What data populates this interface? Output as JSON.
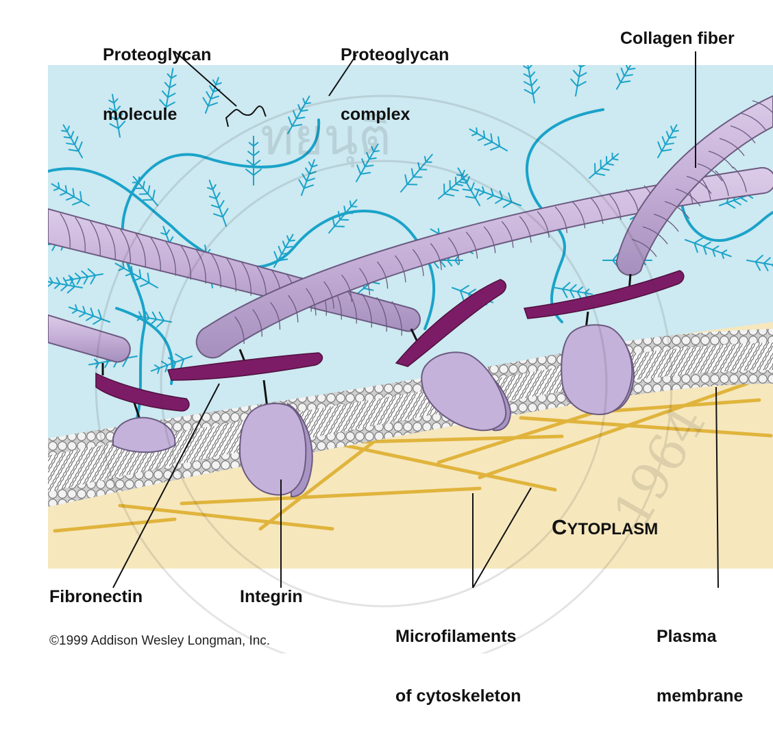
{
  "labels": {
    "proteoglycan_molecule_l1": "Proteoglycan",
    "proteoglycan_molecule_l2": "molecule",
    "proteoglycan_complex_l1": "Proteoglycan",
    "proteoglycan_complex_l2": "complex",
    "collagen_fiber": "Collagen fiber",
    "fibronectin": "Fibronectin",
    "integrin": "Integrin",
    "microfilaments_l1": "Microfilaments",
    "microfilaments_l2": "of cytoskeleton",
    "plasma_membrane_l1": "Plasma",
    "plasma_membrane_l2": "membrane",
    "cytoplasm_initial": "C",
    "cytoplasm_rest": "YTOPLASM"
  },
  "copyright": "©1999 Addison Wesley Longman, Inc.",
  "watermark": {
    "thai_text": "ทยนุติ",
    "year_text": "1964"
  },
  "colors": {
    "ecm_background": "#cde9f1",
    "cytoplasm": "#f6e7bd",
    "collagen": "#c8b3d9",
    "collagen_outline": "#6b5a80",
    "proteoglycan": "#1aa3c9",
    "fibronectin": "#7d1c66",
    "integrin": "#c4b2da",
    "microfilament": "#e0b43c",
    "phospholipid_head": "#e8e8e8"
  }
}
